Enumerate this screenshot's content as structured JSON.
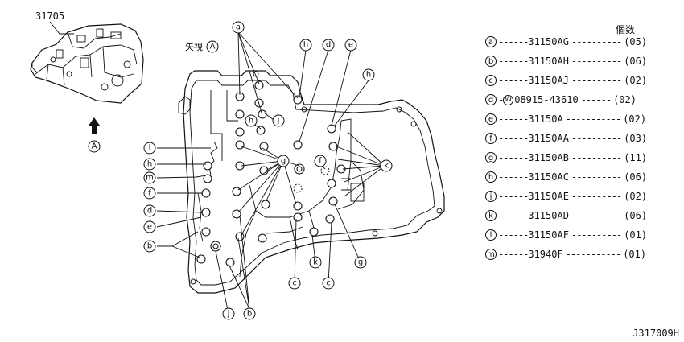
{
  "assembly": {
    "part_no": "31705"
  },
  "view_label": {
    "text": "矢視",
    "letter": "A"
  },
  "arrow_label": {
    "letter": "A"
  },
  "legend": {
    "header": "個数",
    "rows": [
      {
        "letter": "a",
        "washer": "",
        "part": "31150AG",
        "qty": "(05)"
      },
      {
        "letter": "b",
        "washer": "",
        "part": "31150AH",
        "qty": "(06)"
      },
      {
        "letter": "c",
        "washer": "",
        "part": "31150AJ",
        "qty": "(02)"
      },
      {
        "letter": "d",
        "washer": "W",
        "part": "08915-43610",
        "qty": "(02)"
      },
      {
        "letter": "e",
        "washer": "",
        "part": "31150A",
        "qty": "(02)"
      },
      {
        "letter": "f",
        "washer": "",
        "part": "31150AA",
        "qty": "(03)"
      },
      {
        "letter": "g",
        "washer": "",
        "part": "31150AB",
        "qty": "(11)"
      },
      {
        "letter": "h",
        "washer": "",
        "part": "31150AC",
        "qty": "(06)"
      },
      {
        "letter": "j",
        "washer": "",
        "part": "31150AE",
        "qty": "(02)"
      },
      {
        "letter": "k",
        "washer": "",
        "part": "31150AD",
        "qty": "(06)"
      },
      {
        "letter": "l",
        "washer": "",
        "part": "31150AF",
        "qty": "(01)"
      },
      {
        "letter": "m",
        "washer": "",
        "part": "31940F",
        "qty": "(01)"
      }
    ]
  },
  "callouts": {
    "a": "a",
    "b": "b",
    "c": "c",
    "d": "d",
    "e": "e",
    "f": "f",
    "g": "g",
    "h": "h",
    "j": "j",
    "k": "k",
    "l": "l",
    "m": "m"
  },
  "drawing_code": "J317009H"
}
